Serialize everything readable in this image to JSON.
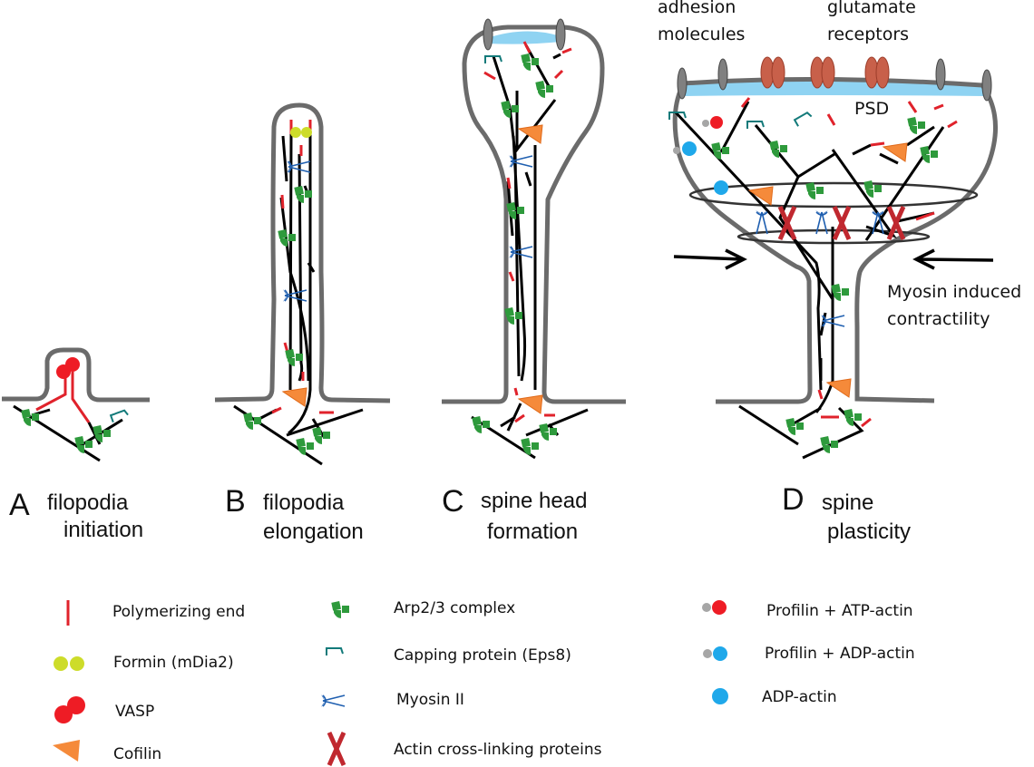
{
  "figure": {
    "panels": [
      {
        "letter": "A",
        "line1": "filopodia",
        "line2": "initiation"
      },
      {
        "letter": "B",
        "line1": "filopodia",
        "line2": "elongation"
      },
      {
        "letter": "C",
        "line1": "spine head",
        "line2": "formation"
      },
      {
        "letter": "D",
        "line1": "spine",
        "line2": "plasticity"
      }
    ],
    "annotations": {
      "adhesion_line1": "adhesion",
      "adhesion_line2": "molecules",
      "glutamate_line1": "glutamate",
      "glutamate_line2": "receptors",
      "psd": "PSD",
      "myosin_line1": "Myosin induced",
      "myosin_line2": "contractility"
    },
    "legend": {
      "col1": [
        {
          "icon": "polymerizing-end-icon",
          "label": "Polymerizing end"
        },
        {
          "icon": "formin-icon",
          "label": "Formin (mDia2)"
        },
        {
          "icon": "vasp-icon",
          "label": "VASP"
        },
        {
          "icon": "cofilin-icon",
          "label": "Cofilin"
        }
      ],
      "col2": [
        {
          "icon": "arp23-icon",
          "label": "Arp2/3 complex"
        },
        {
          "icon": "capping-protein-icon",
          "label": "Capping protein (Eps8)"
        },
        {
          "icon": "myosin-icon",
          "label": "Myosin II"
        },
        {
          "icon": "crosslinker-icon",
          "label": "Actin cross-linking proteins"
        }
      ],
      "col3": [
        {
          "icon": "profilin-atp-actin-icon",
          "label": "Profilin + ATP-actin"
        },
        {
          "icon": "profilin-adp-actin-icon",
          "label": "Profilin + ADP-actin"
        },
        {
          "icon": "adp-actin-icon",
          "label": "ADP-actin"
        }
      ]
    },
    "colors": {
      "membrane": "#6b6b6b",
      "actin": "#000000",
      "polymerizing_end": "#e0222b",
      "formin": "#cddc2a",
      "vasp": "#ee1c25",
      "cofilin": "#f58a3a",
      "arp23": "#2e9a3c",
      "capping": "#137a7a",
      "myosin": "#1f5fb0",
      "crosslinker": "#c0282f",
      "profilin": "#a6a6a6",
      "atp_actin": "#ee1c25",
      "adp_actin": "#1fa8ea",
      "psd": "#8fd3f2",
      "receptor": "#c8604a",
      "adhesion": "#707070"
    }
  }
}
